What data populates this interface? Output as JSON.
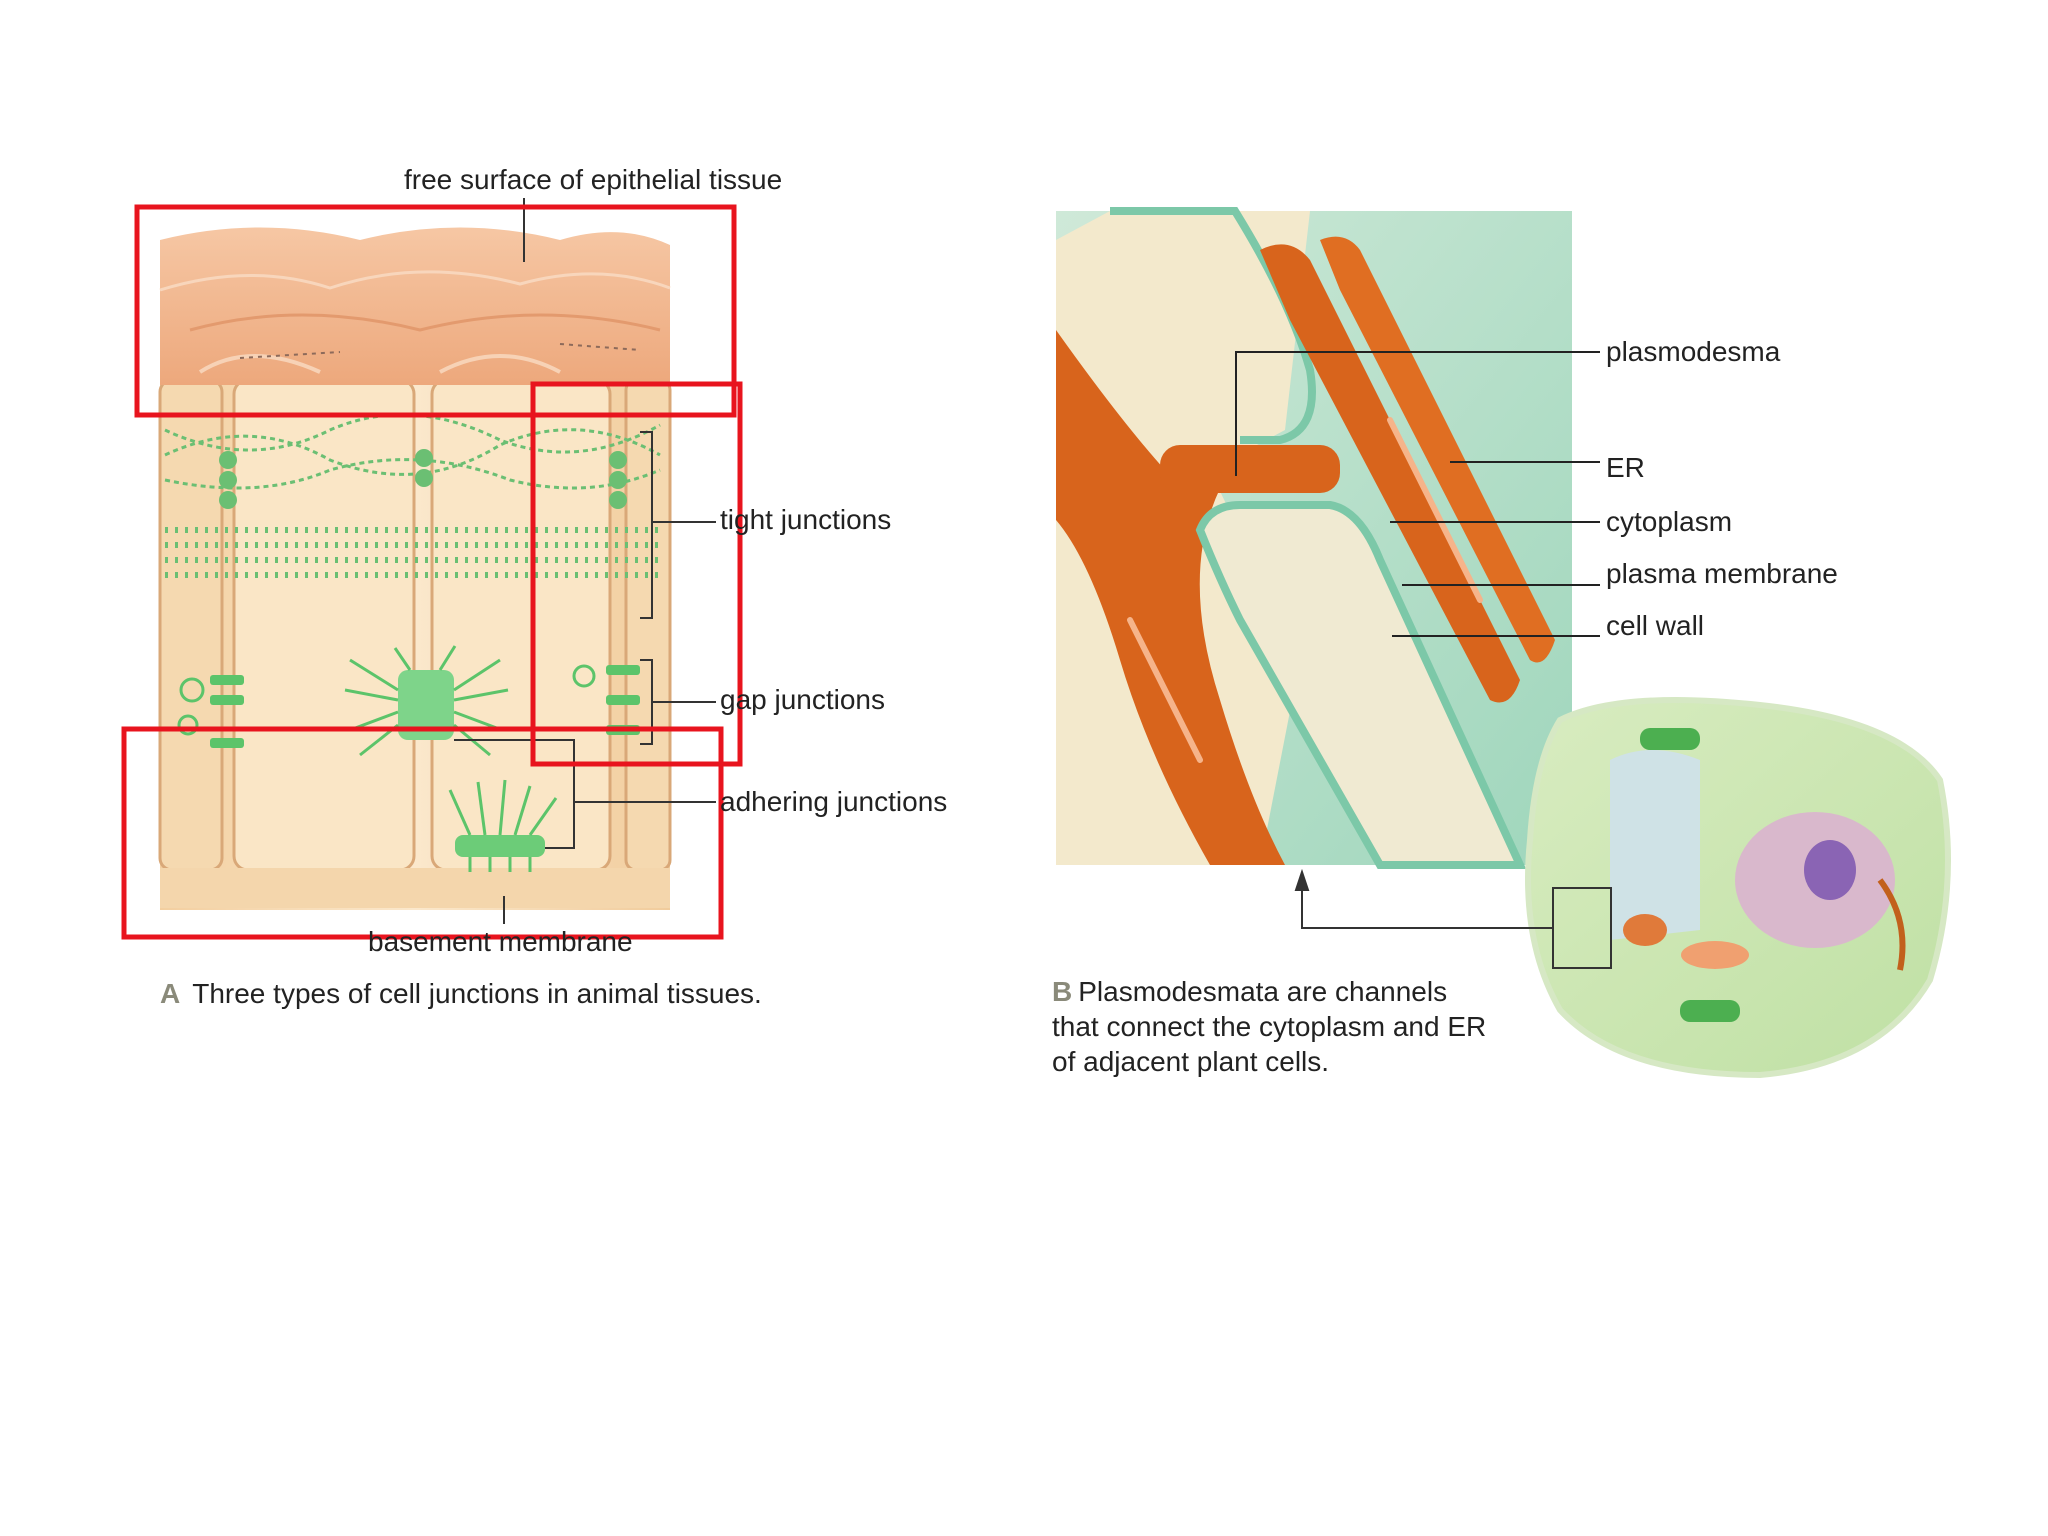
{
  "panel_a": {
    "labels": {
      "free_surface": "free surface of epithelial tissue",
      "tight_junctions": "tight junctions",
      "gap_junctions": "gap junctions",
      "adhering_junctions": "adhering junctions",
      "basement_membrane": "basement membrane"
    },
    "caption_letter": "A",
    "caption_text": "Three types of cell junctions in animal tissues."
  },
  "panel_b": {
    "labels": {
      "plasmodesma": "plasmodesma",
      "er": "ER",
      "cytoplasm": "cytoplasm",
      "plasma_membrane": "plasma membrane",
      "cell_wall": "cell wall"
    },
    "caption_letter": "B",
    "caption_lines": [
      "Plasmodesmata are channels",
      "that connect the cytoplasm and ER",
      "of adjacent plant cells."
    ]
  },
  "colors": {
    "highlight_box": "#e8141e",
    "cell_top": "#f2b48c",
    "cell_body": "#f7dcb4",
    "junction_green": "#5cc46a",
    "er_orange": "#d8641c",
    "wall_cream": "#f0ead2",
    "membrane_teal": "#7cc8a8",
    "cytoplasm_bg": "#b6e0c8",
    "caption_letter": "#8a8a7a"
  }
}
